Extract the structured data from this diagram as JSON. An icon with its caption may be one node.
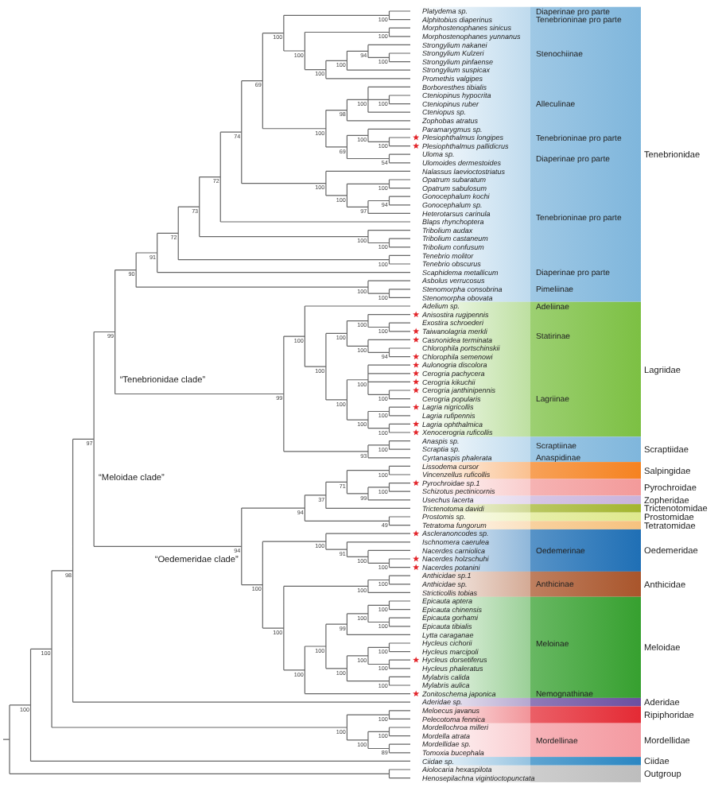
{
  "diagram": {
    "labels": [
      "Platydema sp.",
      "Alphitobius diaperinus",
      "Morphostenophanes sinicus",
      "Morphostenophanes yunnanus",
      "Strongylium nakanei",
      "Strongylium Kulzeri",
      "Strongylium pinfaense",
      "Strongylium suspicax",
      "Promethis valgipes",
      "Borboresthes tibialis",
      "Cteniopinus hypocrita",
      "Cteniopinus ruber",
      "Cteniopus sp.",
      "Zophobas atratus",
      "Paramarygmus sp.",
      "Plesiophthalmus longipes",
      "Plesiophthalmus pallidicrus",
      "Uloma sp.",
      "Ulomoides dermestoides",
      "Nalassus laevioctostriatus",
      "Opatrum subaratum",
      "Opatrum sabulosum",
      "Gonocephalum kochi",
      "Gonocephalum sp.",
      "Heterotarsus carinula",
      "Blaps rhynchoptera",
      "Tribolium audax",
      "Tribolium castaneum",
      "Tribolium confusum",
      "Tenebrio molitor",
      "Tenebrio obscurus",
      "Scaphidema metallicum",
      "Asbolus verrucosus",
      "Stenomorpha consobrina",
      "Stenomorpha obovata",
      "Adelium sp.",
      "Anisostira rugipennis",
      "Exostira schroederi",
      "Taiwanolagria merkli",
      "Casnonidea terminata",
      "Chlorophila portschinskii",
      "Chlorophila semenowi",
      "Aulonogria discolora",
      "Cerogria pachycera",
      "Cerogria kikuchii",
      "Cerogria janthinipennis",
      "Cerogria popularis",
      "Lagria nigricollis",
      "Lagria rufipennis",
      "Lagria ophthalmica",
      "Xenocerogria ruficollis",
      "Anaspis sp.",
      "Scraptia sp.",
      "Cyrtanaspis phalerata",
      "Lissodema cursor",
      "Vincenzellus ruficollis",
      "Pyrochroidae sp.1",
      "Schizotus pectinicornis",
      "Usechus lacerta",
      "Trictenotoma davidi",
      "Prostomis sp.",
      "Tetratoma fungorum",
      "Ascleranoncodes sp.",
      "Ischnomera caerulea",
      "Nacerdes carniolica",
      "Nacerdes holzschuhi",
      "Nacerdes potanini",
      "Anthicidae sp.1",
      "Anthicidae sp.",
      "Stricticollis tobias",
      "Epicauta aptera",
      "Epicauta chinensis",
      "Epicauta gorhami",
      "Epicauta tibialis",
      "Lytta caraganae",
      "Hycleus cichorii",
      "Hycleus marcipoli",
      "Hycleus dorsetiferus",
      "Hycleus phaleratus",
      "Mylabris calida",
      "Mylabris aulica",
      "Zonitoschema japonica",
      "Aderidae sp.",
      "Meloecus javanus",
      "Pelecotoma fennica",
      "Mordellochroa milleri",
      "Mordella atrata",
      "Mordellidae sp.",
      "Tomoxia bucephala",
      "Ciidae sp.",
      "Aiolocaria hexaspilota",
      "Henosepilachna vigintioctopunctata",
      "Diaperinae pro parte",
      "Tenebrioninae pro parte",
      "Stenochiinae",
      "Alleculinae",
      "Tenebrioninae pro parte",
      "Diaperinae pro parte",
      "Tenebrioninae pro parte",
      "Diaperinae pro parte",
      "Pimeliinae",
      "Adeliinae",
      "Statirinae",
      "Lagriinae",
      "Scraptiinae",
      "Anaspidinae",
      "Oedemerinae",
      "Anthicinae",
      "Meloinae",
      "Nemognathinae",
      "Mordellinae",
      "Tenebrionidae",
      "Lagriidae",
      "Scraptiidae",
      "Salpingidae",
      "Pyrochroidae",
      "Zopheridae",
      "Trictenotomidae",
      "Prostomidae",
      "Tetratomidae",
      "Oedemeridae",
      "Anthicidae",
      "Meloidae",
      "Aderidae",
      "Ripiphoridae",
      "Mordellidae",
      "Ciidae",
      "Outgroup",
      "“Tenebrionidae clade”",
      "“Meloidae clade”",
      "“Oedemeridae clade”",
      "100",
      "100",
      "98",
      "97",
      "99",
      "90",
      "91",
      "72",
      "73",
      "72",
      "74",
      "69",
      "100",
      "100",
      "100",
      "100",
      "100",
      "100",
      "94",
      "100",
      "100",
      "98",
      "100",
      "100",
      "69",
      "100",
      "100",
      "54",
      "100",
      "100",
      "100",
      "97",
      "94",
      "100",
      "100",
      "100",
      "100",
      "100",
      "99",
      "100",
      "100",
      "100",
      "100",
      "100",
      "100",
      "94",
      "100",
      "100",
      "100",
      "100",
      "100",
      "100",
      "93",
      "100",
      "94",
      "94",
      "37",
      "71",
      "100",
      "99",
      "100",
      "49",
      "100",
      "100",
      "91",
      "100",
      "100",
      "100",
      "100",
      "100",
      "100",
      "100",
      "99",
      "100",
      "100",
      "100",
      "100",
      "100",
      "100",
      "100",
      "100",
      "100",
      "100",
      "100",
      "100",
      "89"
    ]
  }
}
